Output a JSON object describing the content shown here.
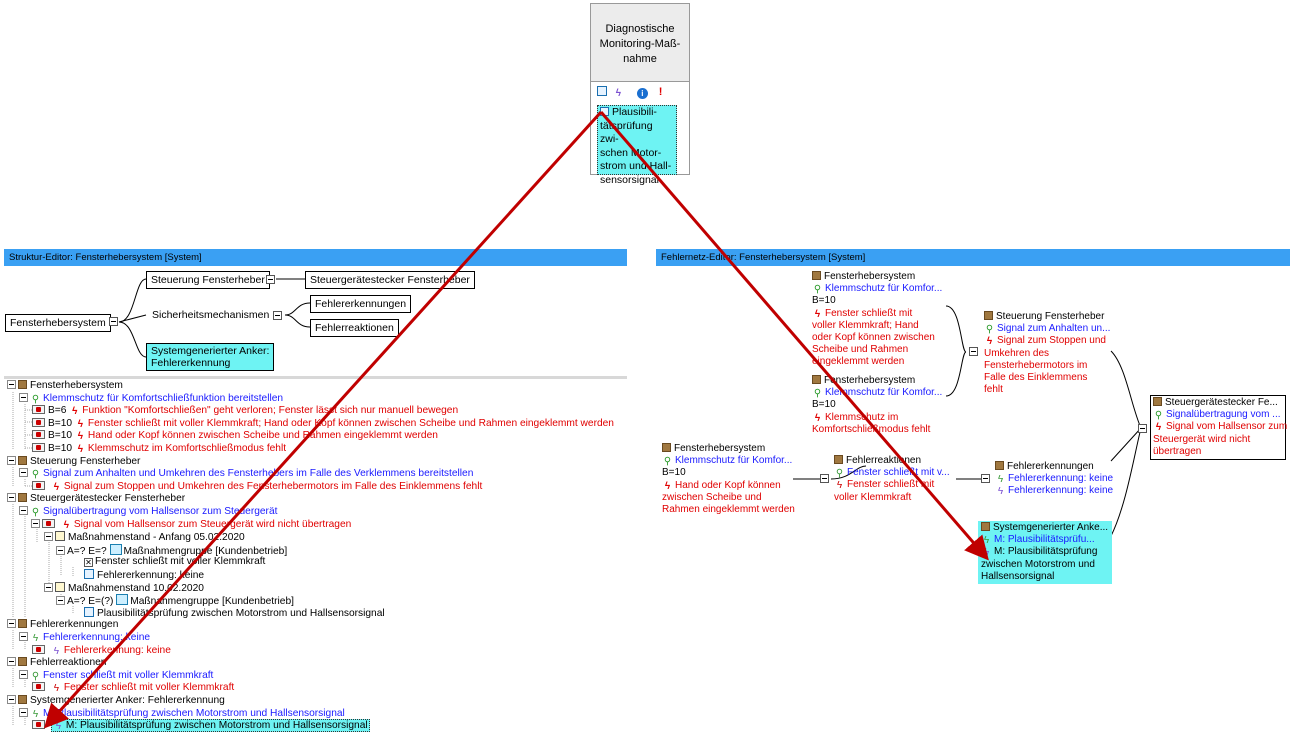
{
  "measure_panel": {
    "title": "Diagnostische Monitoring-Maß-nahme",
    "title_lines": [
      "Diagnostische",
      "Monitoring-Maß-",
      "nahme"
    ],
    "entry_lines": [
      "Plausibili-",
      "tätsprüfung zwi-",
      "schen Motor-",
      "strom und Hall-",
      "sensorsignal"
    ],
    "icons": [
      "magnifier-icon",
      "detection-icon",
      "info-icon",
      "exclamation-icon"
    ]
  },
  "struktur_editor": {
    "title": "Struktur-Editor: Fensterhebersystem [System]",
    "diagram": {
      "root": "Fensterhebersystem",
      "steuerung": "Steuerung Fensterheber",
      "stecker": "Steuergerätestecker Fensterheber",
      "sicherheit": "Sicherheitsmechanismen",
      "fehlererkennungen": "Fehlererkennungen",
      "fehlerreaktionen": "Fehlerreaktionen",
      "anker": [
        "Systemgenerierter Anker:",
        "Fehlererkennung"
      ]
    },
    "tree": [
      {
        "text": "Fensterhebersystem"
      },
      {
        "text": "Klemmschutz für Komfortschließfunktion bereitstellen"
      },
      {
        "sev": "B=6",
        "text": "Funktion \"Komfortschließen\" geht verloren; Fenster lässt sich nur manuell bewegen"
      },
      {
        "sev": "B=10",
        "text": "Fenster schließt mit voller Klemmkraft; Hand oder Kopf können zwischen Scheibe und Rahmen eingeklemmt werden"
      },
      {
        "sev": "B=10",
        "text": "Hand oder Kopf können zwischen Scheibe und Rahmen eingeklemmt werden"
      },
      {
        "sev": "B=10",
        "text": "Klemmschutz im Komfortschließmodus fehlt"
      },
      {
        "text": "Steuerung Fensterheber"
      },
      {
        "text": "Signal zum Anhalten und Umkehren des Fensterhebers im Falle des Verklemmens bereitstellen"
      },
      {
        "text": "Signal zum Stoppen und Umkehren des Fensterhebermotors im Falle des Einklemmens fehlt"
      },
      {
        "text": "Steuergerätestecker Fensterheber"
      },
      {
        "text": "Signalübertragung vom Hallsensor zum Steuergerät"
      },
      {
        "text": "Signal vom Hallsensor zum Steuergerät wird nicht übertragen"
      },
      {
        "text": "Maßnahmenstand - Anfang 05.02.2020"
      },
      {
        "prefix": "A=? E=?",
        "text": "Maßnahmengruppe [Kundenbetrieb]"
      },
      {
        "text": "Fenster schließt mit voller Klemmkraft"
      },
      {
        "text": "Fehlererkennung: keine"
      },
      {
        "text": "Maßnahmenstand 10.02.2020"
      },
      {
        "prefix": "A=? E=(?)",
        "text": "Maßnahmengruppe [Kundenbetrieb]"
      },
      {
        "text": "Plausibilitätsprüfung zwischen Motorstrom und Hallsensorsignal"
      },
      {
        "text": "Fehlererkennungen"
      },
      {
        "text": "Fehlererkennung: keine"
      },
      {
        "text": "Fehlererkennung: keine"
      },
      {
        "text": "Fehlerreaktionen"
      },
      {
        "text": "Fenster schließt mit voller Klemmkraft"
      },
      {
        "text": "Fenster schließt mit voller Klemmkraft"
      },
      {
        "text": "Systemgenerierter Anker: Fehlererkennung"
      },
      {
        "text": "M: Plausibilitätsprüfung zwischen Motorstrom und Hallsensorsignal"
      },
      {
        "text": "M: Plausibilitätsprüfung zwischen Motorstrom und Hallsensorsignal"
      }
    ]
  },
  "fehlernetz_editor": {
    "title": "Fehlernetz-Editor: Fensterhebersystem [System]",
    "node1": {
      "title": "Fensterhebersystem",
      "func": "Klemmschutz für Komfor...",
      "sev": "B=10",
      "fail": [
        "Fenster schließt mit",
        "voller Klemmkraft; Hand",
        "oder Kopf können zwischen",
        "Scheibe und Rahmen",
        "eingeklemmt werden"
      ]
    },
    "node2": {
      "title": "Fensterhebersystem",
      "func": "Klemmschutz für Komfor...",
      "sev": "B=10",
      "fail": [
        "Klemmschutz im",
        "Komfortschließmodus fehlt"
      ]
    },
    "node3": {
      "title": "Steuerung Fensterheber",
      "func": "Signal zum Anhalten un...",
      "fail": [
        "Signal zum Stoppen und",
        "Umkehren des",
        "Fensterhebermotors im",
        "Falle des Einklemmens",
        "fehlt"
      ]
    },
    "node4": {
      "title": "Steuergerätestecker Fe...",
      "func": "Signalübertragung vom ...",
      "fail": [
        "Signal vom Hallsensor zum",
        "Steuergerät wird nicht",
        "übertragen"
      ]
    },
    "node5": {
      "title": "Fensterhebersystem",
      "func": "Klemmschutz für Komfor...",
      "sev": "B=10",
      "fail": [
        "Hand oder Kopf können",
        "zwischen Scheibe und",
        "Rahmen eingeklemmt werden"
      ]
    },
    "node6": {
      "title": "Fehlerreaktionen",
      "func": "Fenster schließt mit v...",
      "fail": [
        "Fenster schließt mit",
        "voller Klemmkraft"
      ]
    },
    "node7": {
      "title": "Fehlererkennungen",
      "func": "Fehlererkennung: keine",
      "fail": "Fehlererkennung: keine"
    },
    "node8": {
      "title": "Systemgenerierter Anke...",
      "func": "M: Plausibilitätsprüfu...",
      "fail": [
        "M: Plausibilitätsprüfung",
        "zwischen Motorstrom und",
        "Hallsensorsignal"
      ]
    }
  },
  "colors": {
    "accent_bar": "#3aa0f3",
    "highlight": "#6ef3f3",
    "arrow": "#c00000"
  }
}
